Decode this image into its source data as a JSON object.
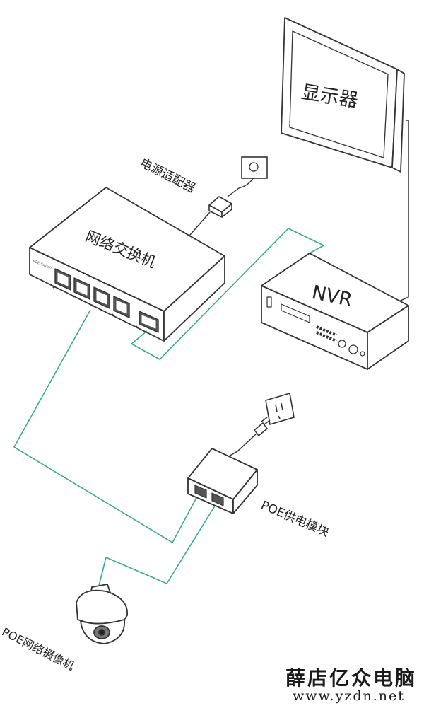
{
  "labels": {
    "monitor": "显示器",
    "network_switch": "网络交换机",
    "nvr": "NVR",
    "power_adapter": "电源适配器",
    "poe_module": "POE供电模块",
    "poe_camera": "POE网络摄像机"
  },
  "watermark": {
    "name": "薛店亿众电脑",
    "url": "www.yzdn.net"
  },
  "colors": {
    "line": "#333333",
    "network_cable": "#3aa995"
  }
}
